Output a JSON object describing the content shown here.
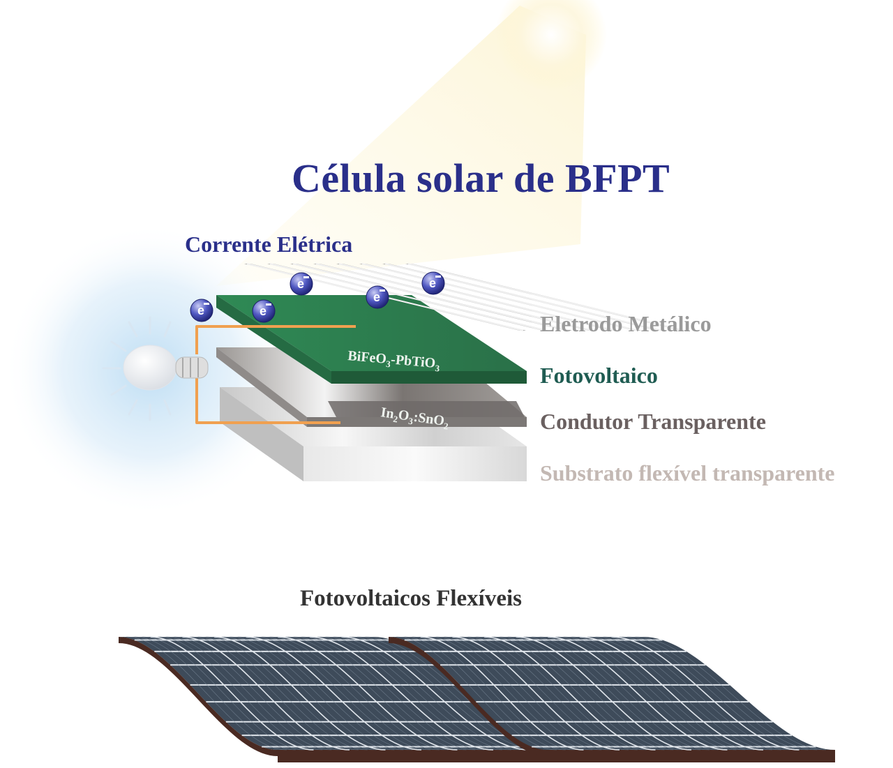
{
  "title": "Célula solar de BFPT",
  "current_label": "Corrente Elétrica",
  "layers": [
    {
      "name": "electrode",
      "label": "Eletrodo Metálico"
    },
    {
      "name": "photovoltaic",
      "label": "Fotovoltaico"
    },
    {
      "name": "conductor",
      "label": "Condutor Transparente"
    },
    {
      "name": "substrate",
      "label": "Substrato flexível transparente"
    }
  ],
  "photovoltaic_material": {
    "parts": [
      "BiFeO",
      "3",
      "-PbTiO",
      "3"
    ]
  },
  "conductor_material": {
    "parts": [
      "In",
      "2",
      "O",
      "3",
      ":SnO",
      "2"
    ]
  },
  "electron_symbol": "e",
  "flexible_title": "Fotovoltaicos Flexíveis",
  "colors": {
    "title": "#2a2f8a",
    "photovoltaic": "#2d7a4b",
    "conductor": "#6e6a68",
    "substrate": "#dcdcdc",
    "wire": "#f0a050",
    "panel": "#3e4b5a",
    "panel_frame": "#4a2a22"
  }
}
